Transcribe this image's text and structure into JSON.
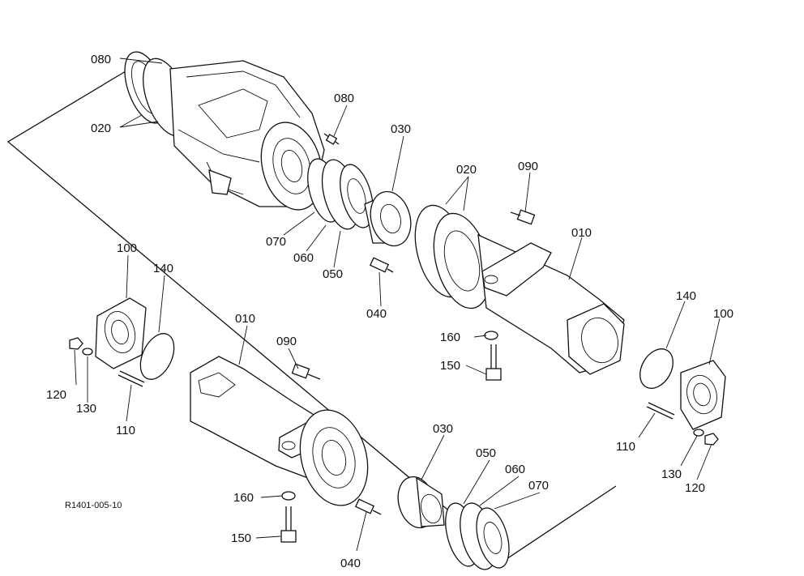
{
  "diagram": {
    "reference_code": "R1401-005-10",
    "callouts": [
      {
        "id": "c080a",
        "text": "080"
      },
      {
        "id": "c020a",
        "text": "020"
      },
      {
        "id": "c080b",
        "text": "080"
      },
      {
        "id": "c030a",
        "text": "030"
      },
      {
        "id": "c020b",
        "text": "020"
      },
      {
        "id": "c090a",
        "text": "090"
      },
      {
        "id": "c010a",
        "text": "010"
      },
      {
        "id": "c070a",
        "text": "070"
      },
      {
        "id": "c060a",
        "text": "060"
      },
      {
        "id": "c050a",
        "text": "050"
      },
      {
        "id": "c040a",
        "text": "040"
      },
      {
        "id": "c140a",
        "text": "140"
      },
      {
        "id": "c100a",
        "text": "100"
      },
      {
        "id": "c160a",
        "text": "160"
      },
      {
        "id": "c150a",
        "text": "150"
      },
      {
        "id": "c110a",
        "text": "110"
      },
      {
        "id": "c130a",
        "text": "130"
      },
      {
        "id": "c120a",
        "text": "120"
      },
      {
        "id": "c100b",
        "text": "100"
      },
      {
        "id": "c140b",
        "text": "140"
      },
      {
        "id": "c010b",
        "text": "010"
      },
      {
        "id": "c090b",
        "text": "090"
      },
      {
        "id": "c120b",
        "text": "120"
      },
      {
        "id": "c130b",
        "text": "130"
      },
      {
        "id": "c110b",
        "text": "110"
      },
      {
        "id": "c030b",
        "text": "030"
      },
      {
        "id": "c050b",
        "text": "050"
      },
      {
        "id": "c060b",
        "text": "060"
      },
      {
        "id": "c070b",
        "text": "070"
      },
      {
        "id": "c160b",
        "text": "160"
      },
      {
        "id": "c150b",
        "text": "150"
      },
      {
        "id": "c040b",
        "text": "040"
      }
    ]
  }
}
